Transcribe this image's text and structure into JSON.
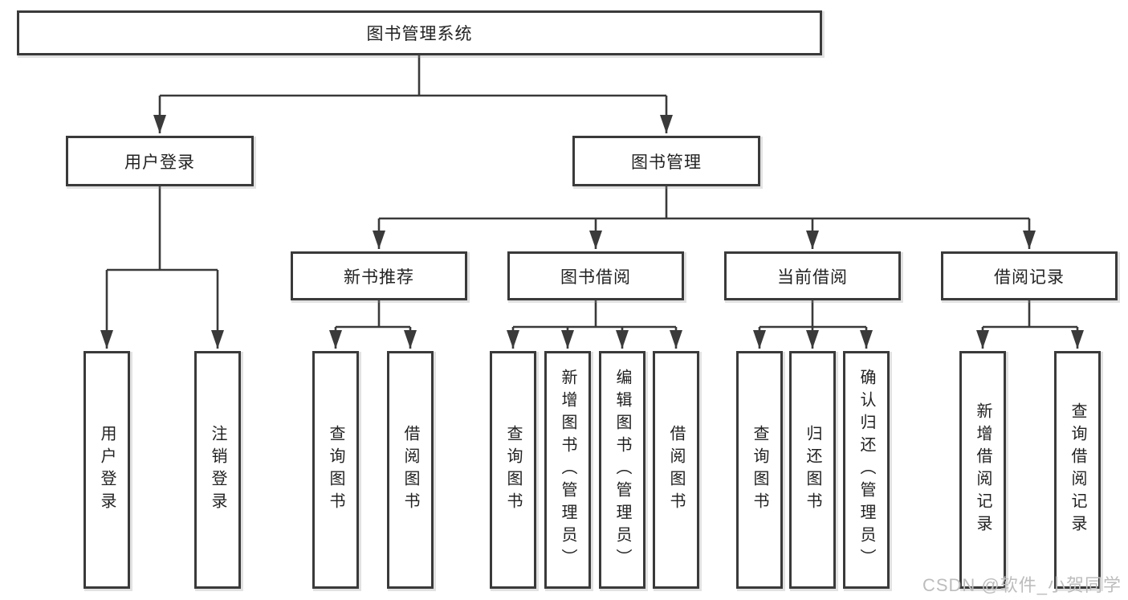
{
  "diagram": {
    "type": "hierarchy-tree",
    "colors": {
      "line": "#3a3a3a",
      "box_border": "#3a3a3a",
      "box_background": "#ffffff",
      "text": "#222222",
      "watermark": "#bdbdbd"
    },
    "tree": {
      "root": {
        "label": "图书管理系统",
        "children": [
          {
            "label": "用户登录",
            "children": [
              {
                "label": "用户登录"
              },
              {
                "label": "注销登录"
              }
            ]
          },
          {
            "label": "图书管理",
            "children": [
              {
                "label": "新书推荐",
                "children": [
                  {
                    "label": "查询图书"
                  },
                  {
                    "label": "借阅图书"
                  }
                ]
              },
              {
                "label": "图书借阅",
                "children": [
                  {
                    "label": "查询图书"
                  },
                  {
                    "label": "新增图书（管理员）"
                  },
                  {
                    "label": "编辑图书（管理员）"
                  },
                  {
                    "label": "借阅图书"
                  }
                ]
              },
              {
                "label": "当前借阅",
                "children": [
                  {
                    "label": "查询图书"
                  },
                  {
                    "label": "归还图书"
                  },
                  {
                    "label": "确认归还（管理员）"
                  }
                ]
              },
              {
                "label": "借阅记录",
                "children": [
                  {
                    "label": "新增借阅记录"
                  },
                  {
                    "label": "查询借阅记录"
                  }
                ]
              }
            ]
          }
        ]
      }
    },
    "watermark": {
      "text": "CSDN @软件_小贺同学"
    }
  }
}
